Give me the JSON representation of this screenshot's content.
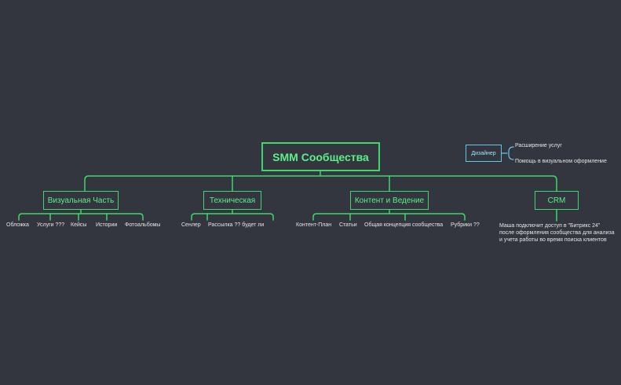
{
  "colors": {
    "background": "#33353f",
    "main_line": "#3ed86a",
    "main_text": "#5cf08a",
    "designer_line": "#63c7e8",
    "leaf_text": "#e6e6e6"
  },
  "root": {
    "label": "SMM Сообщества"
  },
  "branches": [
    {
      "label": "Визуальная Часть",
      "children": [
        "Обложка",
        "Услуги ???",
        "Кейсы",
        "Истории",
        "Фотоальбомы"
      ]
    },
    {
      "label": "Техническая",
      "children": [
        "Сенлер",
        "Рассылка ?? будет ли"
      ]
    },
    {
      "label": "Контент и Ведение",
      "children": [
        "Контент-План",
        "Статьи",
        "Общая концепция сообщества",
        "Рубрики ??"
      ]
    },
    {
      "label": "CRM",
      "note_lines": [
        "Маша подключит доступ в \"Битрикс 24\"",
        "после оформления сообщества для анализа",
        "и учета работы во время поиска клиентов"
      ]
    }
  ],
  "designer": {
    "label": "Дизайнер",
    "children": [
      "Расширение услуг",
      "Помощь в визуальном оформление"
    ]
  }
}
